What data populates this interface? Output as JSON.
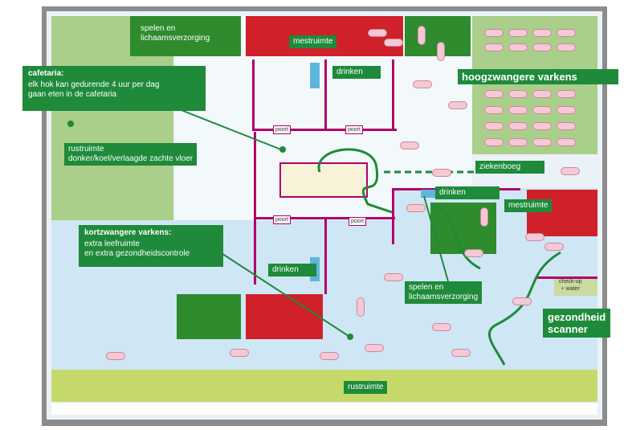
{
  "labels": {
    "spelen_top": "spelen en\nlichaamsverzorging",
    "mestruimte_top": "mestruimte",
    "drinken_top": "drinken",
    "hoogzwanger": "hoogzwangere varkens",
    "cafetaria_title": "cafetaria:",
    "cafetaria_text": "elk hok kan gedurende 4 uur per dag\ngaan eten in de cafetaria",
    "rustruimte_left": "rustruimte\ndonker/koel/verlaagde zachte vloer",
    "ziekenboeg": "ziekenboeg",
    "drinken_mid": "drinken",
    "mestruimte_right": "mestruimte",
    "kortzwanger_title": "kortzwangere varkens:",
    "kortzwanger_text": "extra leefruimte\nen extra gezondheidscontrole",
    "drinken_low": "drinken",
    "spelen_mid": "spelen en\nlichaamsverzorging",
    "checkup": "check-up\n+ water",
    "gezondheid": "gezondheid\nscanner",
    "rustruimte_bottom": "rustruimte",
    "poort": "poort"
  },
  "colors": {
    "green_zone": "#2e8b2e",
    "light_green": "#a9cf8a",
    "red_zone": "#d0202a",
    "label_green": "#1e8a3a",
    "wall": "#b0006a",
    "water": "#5eb6dd",
    "floor": "#eaf2f8",
    "blue_floor": "#cfe6f5"
  }
}
